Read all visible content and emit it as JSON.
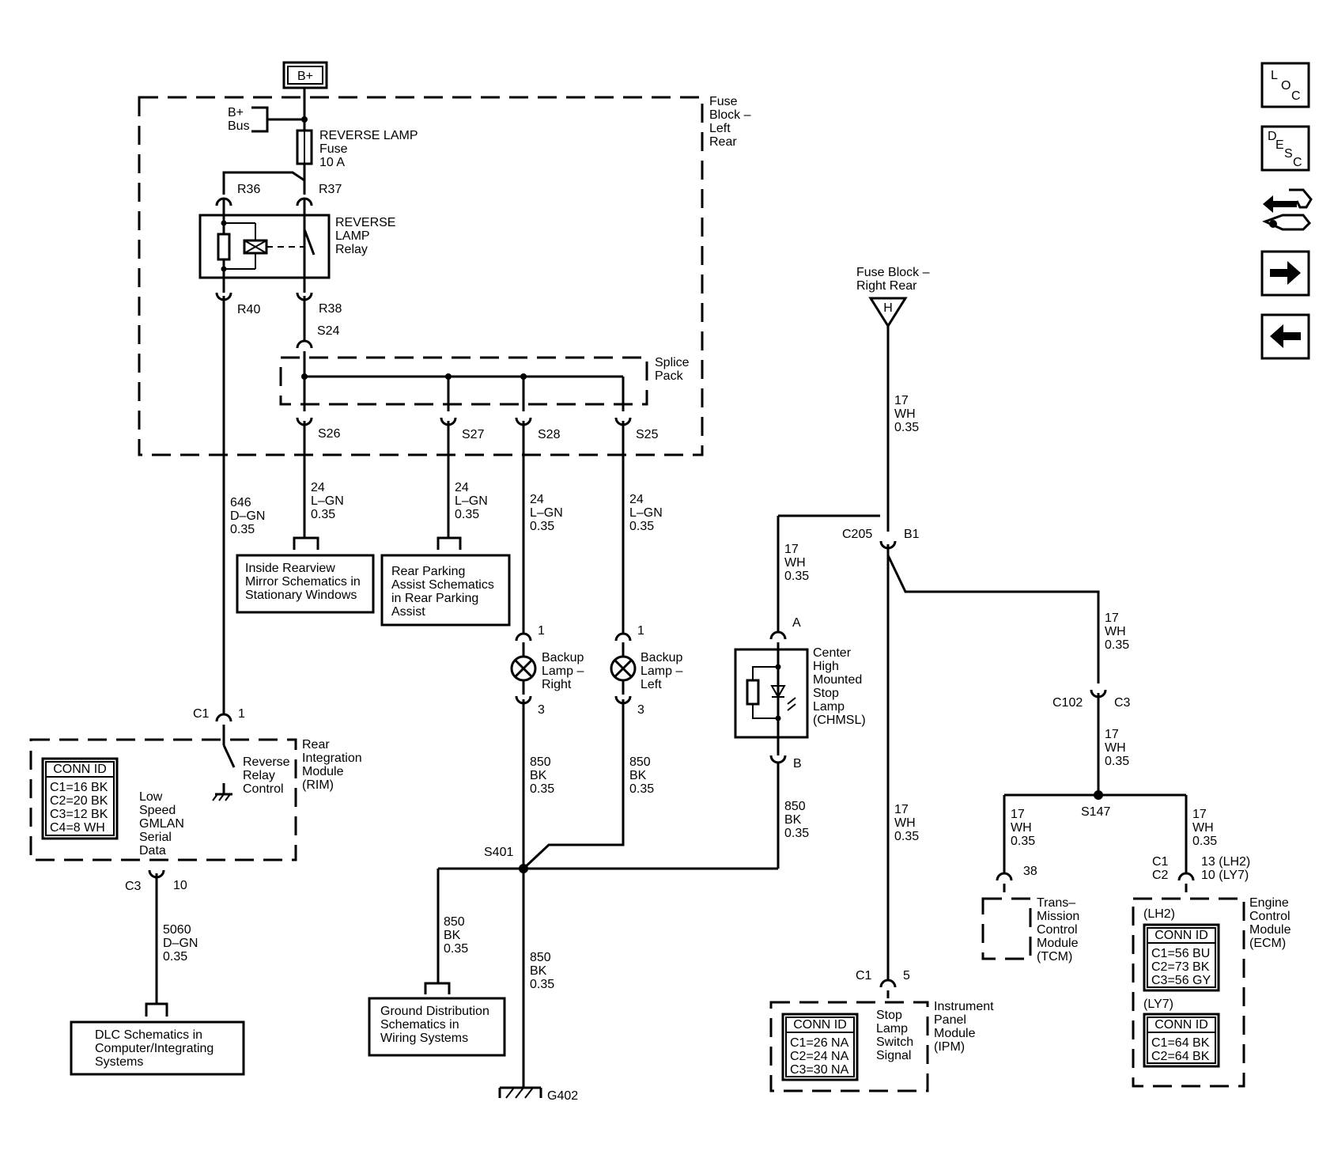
{
  "power": {
    "b_plus": "B+",
    "b_plus_bus": [
      "B+",
      "Bus"
    ]
  },
  "fuse_block_left_rear": {
    "label": [
      "Fuse",
      "Block –",
      "Left",
      "Rear"
    ]
  },
  "fuse": {
    "label": [
      "REVERSE LAMP",
      "Fuse",
      "10 A"
    ]
  },
  "relay": {
    "label": [
      "REVERSE",
      "LAMP",
      "Relay"
    ],
    "pins": {
      "r36": "R36",
      "r37": "R37",
      "r40": "R40",
      "r38": "R38"
    }
  },
  "splice_pack": {
    "label": [
      "Splice",
      "Pack"
    ],
    "s24": "S24",
    "s26": "S26",
    "s27": "S27",
    "s28": "S28",
    "s25": "S25"
  },
  "wires": {
    "w646": [
      "646",
      "D–GN",
      "0.35"
    ],
    "w24_a": [
      "24",
      "L–GN",
      "0.35"
    ],
    "w24_b": [
      "24",
      "L–GN",
      "0.35"
    ],
    "w24_c": [
      "24",
      "L–GN",
      "0.35"
    ],
    "w24_d": [
      "24",
      "L–GN",
      "0.35"
    ],
    "w850_r": [
      "850",
      "BK",
      "0.35"
    ],
    "w850_l": [
      "850",
      "BK",
      "0.35"
    ],
    "w850_chmsl": [
      "850",
      "BK",
      "0.35"
    ],
    "w850_gnd_dist": [
      "850",
      "BK",
      "0.35"
    ],
    "w850_g402": [
      "850",
      "BK",
      "0.35"
    ],
    "w5060": [
      "5060",
      "D–GN",
      "0.35"
    ],
    "w17_top": [
      "17",
      "WH",
      "0.35"
    ],
    "w17_chmsl": [
      "17",
      "WH",
      "0.35"
    ],
    "w17_c102_top": [
      "17",
      "WH",
      "0.35"
    ],
    "w17_c102_bot": [
      "17",
      "WH",
      "0.35"
    ],
    "w17_ipm": [
      "17",
      "WH",
      "0.35"
    ],
    "w17_tcm": [
      "17",
      "WH",
      "0.35"
    ],
    "w17_ecm": [
      "17",
      "WH",
      "0.35"
    ]
  },
  "ref_boxes": {
    "mirror": [
      "Inside Rearview",
      "Mirror Schematics in",
      "Stationary Windows"
    ],
    "parking": [
      "Rear Parking",
      "Assist Schematics",
      "in Rear Parking",
      "Assist"
    ],
    "dlc": [
      "DLC Schematics in",
      "Computer/Integrating",
      "Systems"
    ],
    "ground": [
      "Ground Distribution",
      "Schematics in",
      "Wiring Systems"
    ]
  },
  "lamps": {
    "right": {
      "label": [
        "Backup",
        "Lamp –",
        "Right"
      ],
      "pin_top": "1",
      "pin_bottom": "3"
    },
    "left": {
      "label": [
        "Backup",
        "Lamp –",
        "Left"
      ],
      "pin_top": "1",
      "pin_bottom": "3"
    }
  },
  "chmsl": {
    "label": [
      "Center",
      "High",
      "Mounted",
      "Stop",
      "Lamp",
      "(CHMSL)"
    ],
    "pin_a": "A",
    "pin_b": "B"
  },
  "rim": {
    "label": [
      "Rear",
      "Integration",
      "Module",
      "(RIM)"
    ],
    "conn_title": "CONN ID",
    "conn": [
      "C1=16 BK",
      "C2=20 BK",
      "C3=12 BK",
      "C4=8 WH"
    ],
    "relay_ctrl": [
      "Reverse",
      "Relay",
      "Control"
    ],
    "gmlan": [
      "Low",
      "Speed",
      "GMLAN",
      "Serial",
      "Data"
    ],
    "c1": "C1",
    "c1_pin": "1",
    "c3": "C3",
    "c3_pin": "10"
  },
  "splices": {
    "s401": "S401",
    "s147": "S147"
  },
  "ground": {
    "g402": "G402"
  },
  "fuse_block_right_rear": {
    "label": [
      "Fuse Block –",
      "Right Rear"
    ],
    "terminal": "H"
  },
  "connectors": {
    "c205": "C205",
    "b1": "B1",
    "c102": "C102",
    "c3": "C3"
  },
  "tcm": {
    "label": [
      "Trans–",
      "Mission",
      "Control",
      "Module",
      "(TCM)"
    ],
    "pin": "38"
  },
  "ecm": {
    "label": [
      "Engine",
      "Control",
      "Module",
      "(ECM)"
    ],
    "c1c2": [
      "C1",
      "C2"
    ],
    "pins": [
      "13 (LH2)",
      "10 (LY7)"
    ],
    "lh2": "(LH2)",
    "ly7": "(LY7)",
    "conn_title": "CONN ID",
    "conn_lh2": [
      "C1=56 BU",
      "C2=73 BK",
      "C3=56 GY"
    ],
    "conn_ly7": [
      "C1=64 BK",
      "C2=64 BK"
    ]
  },
  "ipm": {
    "label": [
      "Instrument",
      "Panel",
      "Module",
      "(IPM)"
    ],
    "c1": "C1",
    "pin": "5",
    "signal": [
      "Stop",
      "Lamp",
      "Switch",
      "Signal"
    ],
    "conn_title": "CONN ID",
    "conn": [
      "C1=26 NA",
      "C2=24 NA",
      "C3=30 NA"
    ]
  },
  "nav": {
    "loc": [
      "L",
      "O",
      "C"
    ],
    "desc": [
      "D",
      "E",
      "S",
      "C"
    ],
    "icons": [
      "loc-icon",
      "desc-icon",
      "connector-tools-icon",
      "arrow-right-icon",
      "arrow-left-icon"
    ]
  }
}
